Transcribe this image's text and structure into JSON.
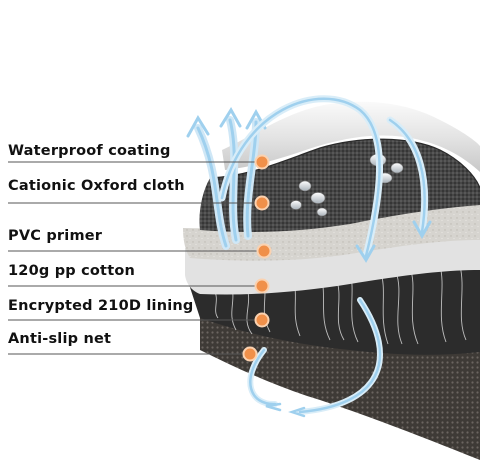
{
  "layers": [
    {
      "label": "Waterproof coating"
    },
    {
      "label": "Cationic Oxford cloth"
    },
    {
      "label": "PVC primer"
    },
    {
      "label": "120g pp cotton"
    },
    {
      "label": "Encrypted 210D lining"
    },
    {
      "label": "Anti-slip net"
    }
  ],
  "colors": {
    "marker": "#f0904a",
    "arrow": "#9fd0ee",
    "leader_line": "#555555",
    "background": "#ffffff"
  }
}
